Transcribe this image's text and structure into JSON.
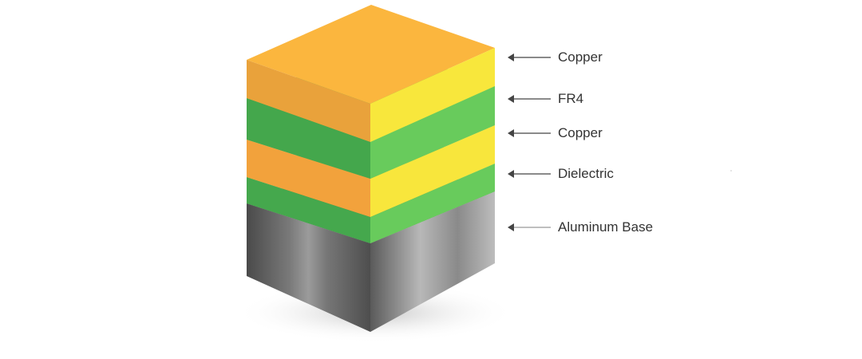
{
  "layers": [
    {
      "label": "Copper",
      "material": "copper",
      "color_top": "#fbb63e",
      "color_right": "#f8e73c",
      "color_left": "#e9a23b"
    },
    {
      "label": "FR4",
      "material": "fr4",
      "color_top": "#58b95a",
      "color_right": "#66c95c",
      "color_left": "#3e9a49"
    },
    {
      "label": "Copper",
      "material": "copper",
      "color_top": "#fbb63e",
      "color_right": "#f8e73c",
      "color_left": "#e9a23b"
    },
    {
      "label": "Dielectric",
      "material": "dielectric",
      "color_top": "#58b95a",
      "color_right": "#66c95c",
      "color_left": "#3e9a49"
    },
    {
      "label": "Aluminum Base",
      "material": "aluminum",
      "color_top": "#585858",
      "color_right": "#8a8a8a",
      "color_left": "#6a6a6a"
    }
  ],
  "pointer_color": "#444444"
}
